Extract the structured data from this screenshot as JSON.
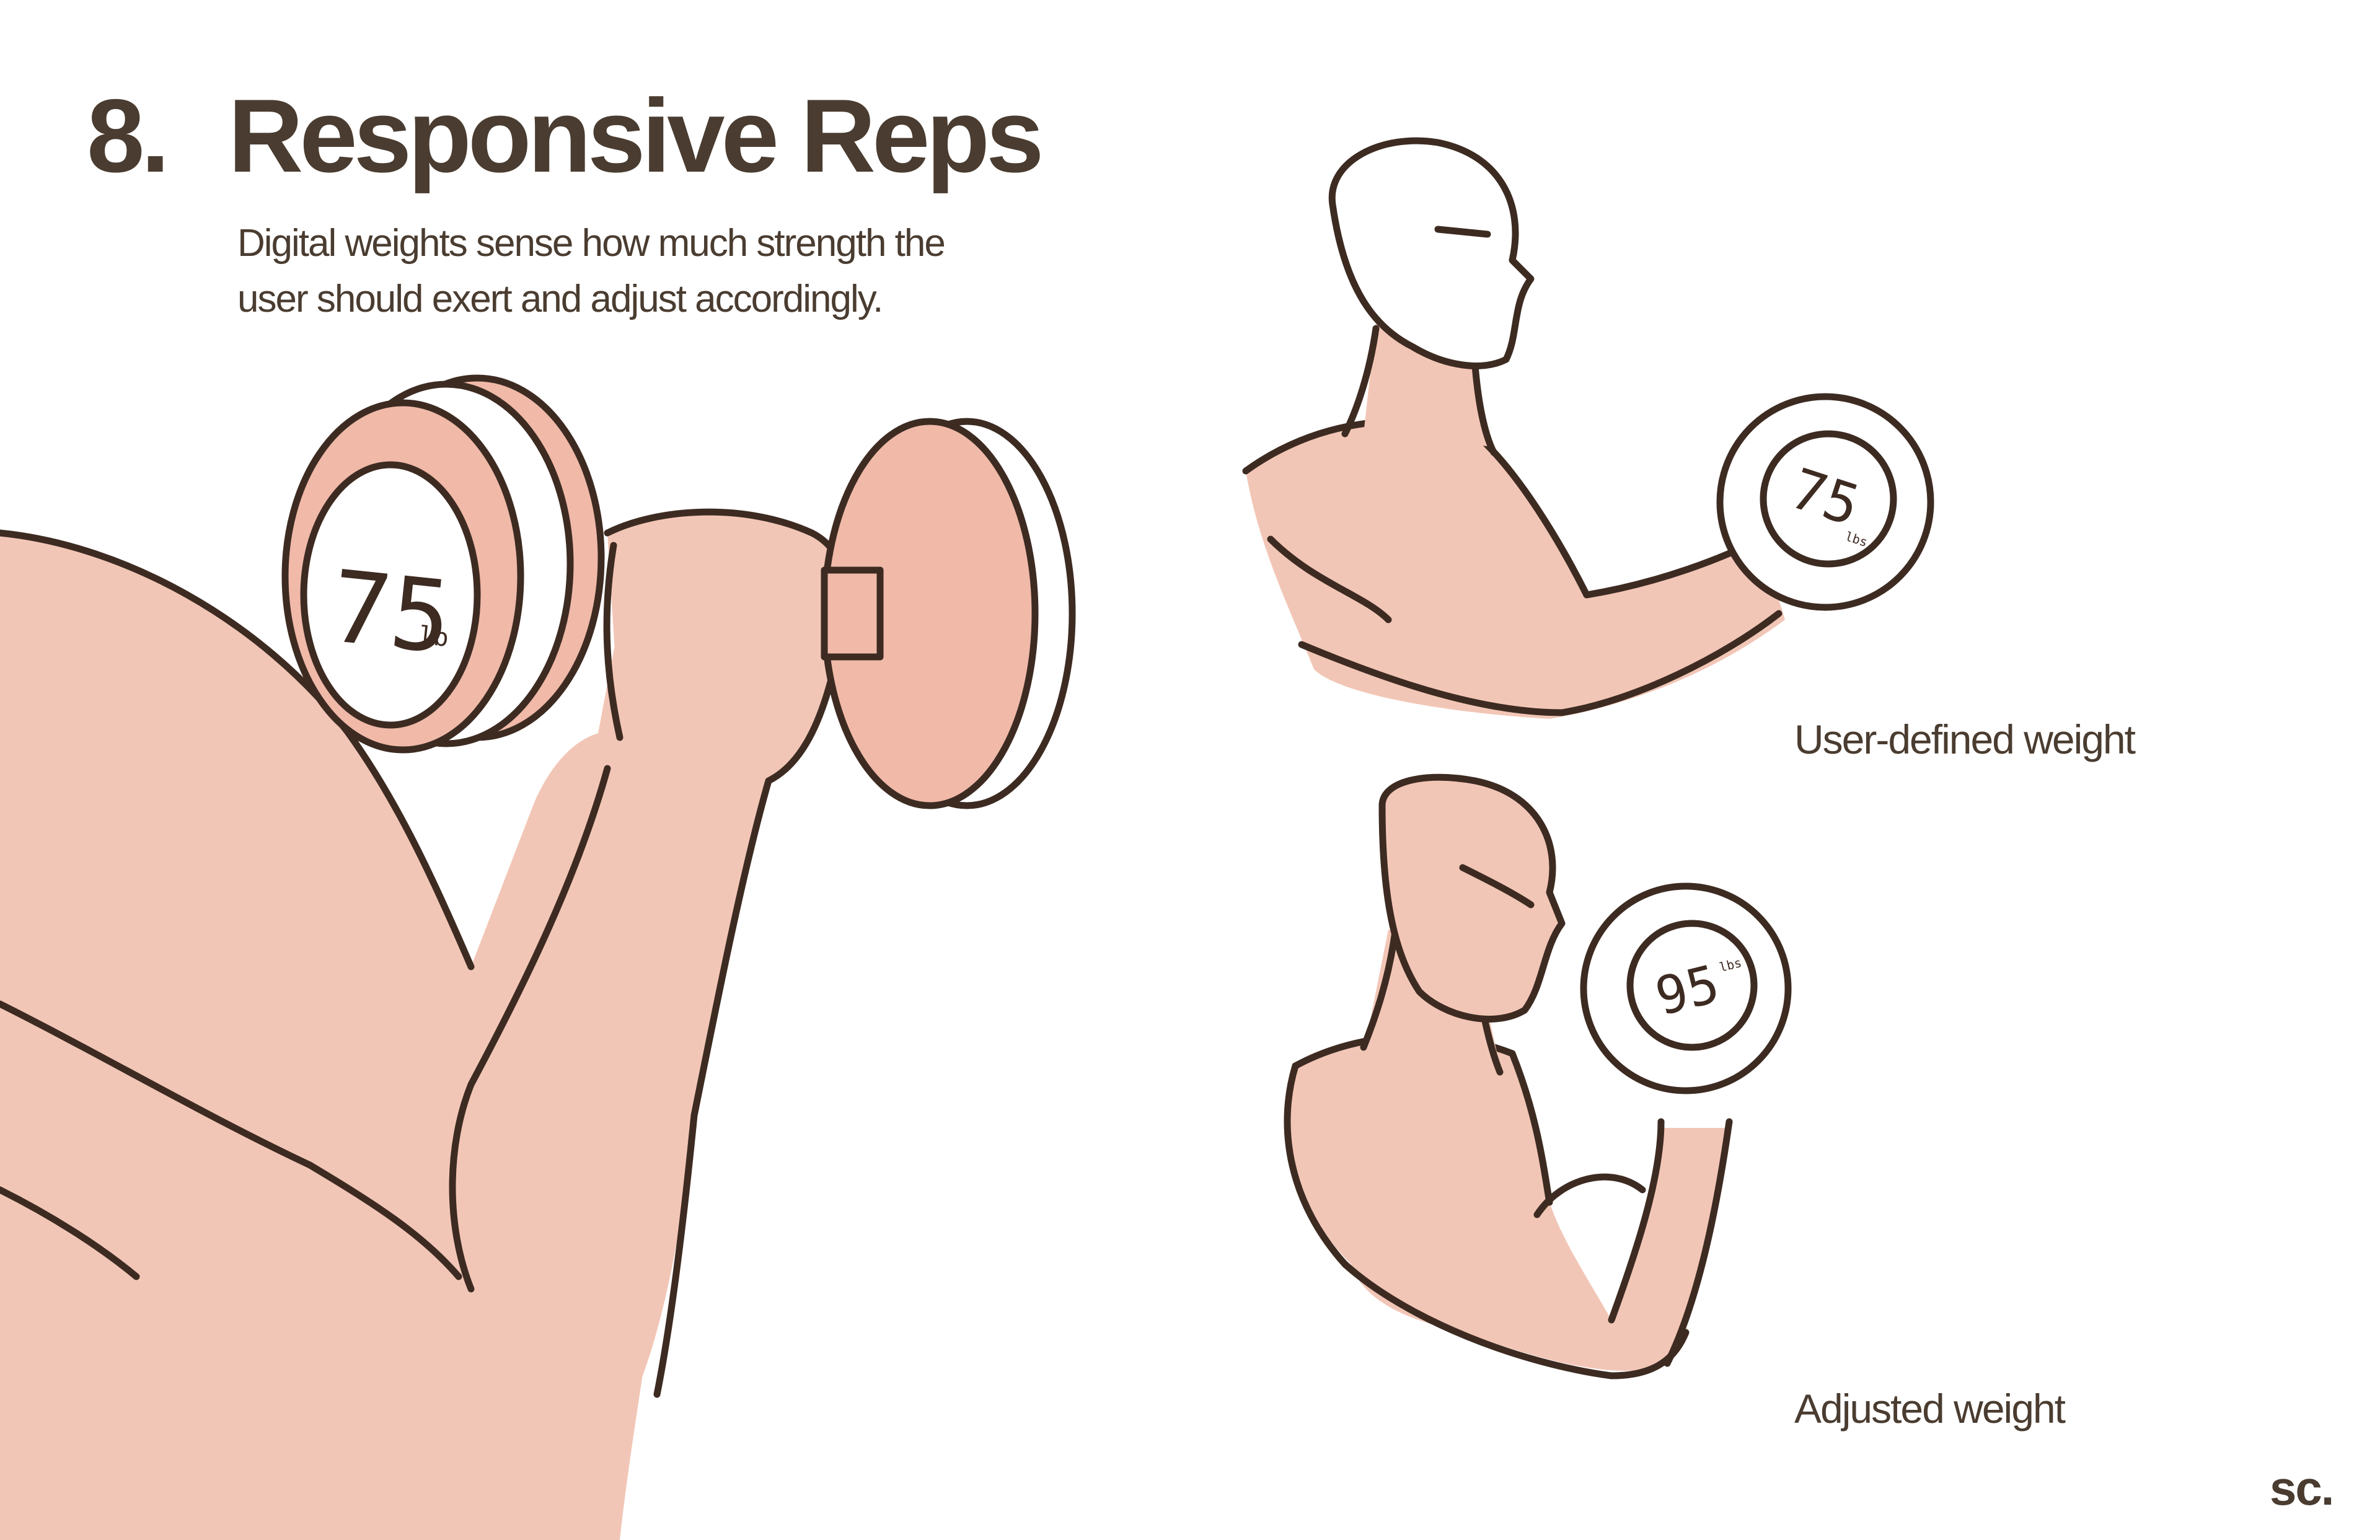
{
  "heading": {
    "number": "8.",
    "title": "Responsive Reps"
  },
  "subtitle": {
    "line1": "Digital weights sense how much strength the",
    "line2": "user should exert and adjust accordingly."
  },
  "illustrations": {
    "large_dumbbell": {
      "value": "75",
      "unit": "lb"
    },
    "top_dumbbell": {
      "value": "75",
      "unit": "lbs"
    },
    "bottom_dumbbell": {
      "value": "95",
      "unit": "lbs"
    }
  },
  "captions": {
    "user_defined": "User-defined weight",
    "adjusted": "Adjusted weight"
  },
  "logo": "sc.",
  "colors": {
    "ink": "#4a3c30",
    "skin": "#f2c6b6",
    "plate": "#f0b9a8",
    "background": "#ffffff"
  }
}
